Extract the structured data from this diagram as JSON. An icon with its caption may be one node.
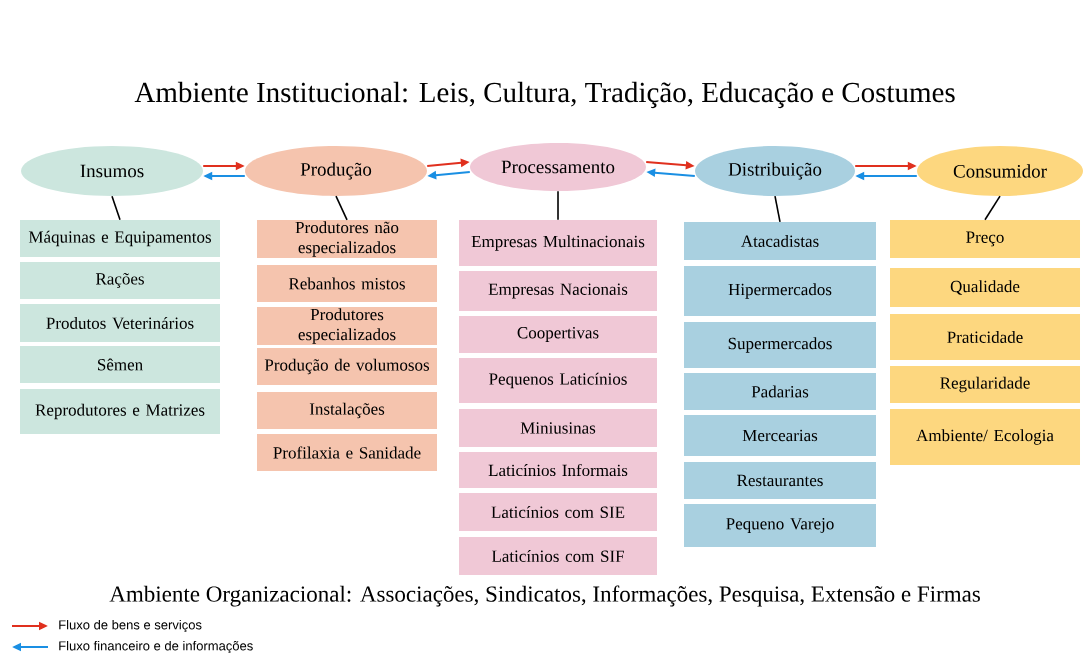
{
  "diagram": {
    "nodes": [
      {
        "text": [
          "Insumos"
        ]
      },
      {
        "text": [
          "Produção"
        ]
      },
      {
        "text": [
          "Processamento"
        ]
      },
      {
        "text": [
          "Distribuição"
        ]
      },
      {
        "text": [
          "Consumidor"
        ]
      },
      {
        "text": [
          "Máquinas e Equipamentos"
        ]
      },
      {
        "text": [
          "Rações"
        ]
      },
      {
        "text": [
          "Produtos Veterinários"
        ]
      },
      {
        "text": [
          "Sêmen"
        ]
      },
      {
        "text": [
          "Reprodutores e Matrizes"
        ]
      },
      {
        "text": [
          "Produtores não especializados"
        ]
      },
      {
        "text": [
          "Rebanhos mistos"
        ]
      },
      {
        "text": [
          "Produtores especializados"
        ]
      },
      {
        "text": [
          "Produção de volumosos"
        ]
      },
      {
        "text": [
          "Instalações"
        ]
      },
      {
        "text": [
          "Profilaxia e Sanidade"
        ]
      },
      {
        "text": [
          "Empresas Multinacionais"
        ]
      },
      {
        "text": [
          "Empresas Nacionais"
        ]
      },
      {
        "text": [
          "Coopertivas"
        ]
      },
      {
        "text": [
          "Pequenos Laticínios"
        ]
      },
      {
        "text": [
          "Miniusinas"
        ]
      },
      {
        "text": [
          "Laticínios Informais"
        ]
      },
      {
        "text": [
          "Laticínios com SIE"
        ]
      },
      {
        "text": [
          "Laticínios com SIF"
        ]
      },
      {
        "text": [
          "Atacadistas"
        ]
      },
      {
        "text": [
          "Hipermercados"
        ]
      },
      {
        "text": [
          "Supermercados"
        ]
      },
      {
        "text": [
          "Padarias"
        ]
      },
      {
        "text": [
          "Mercearias"
        ]
      },
      {
        "text": [
          "Restaurantes"
        ]
      },
      {
        "text": [
          "Pequeno Varejo"
        ]
      },
      {
        "text": [
          "Preço"
        ]
      },
      {
        "text": [
          "Qualidade"
        ]
      },
      {
        "text": [
          "Praticidade"
        ]
      },
      {
        "text": [
          "Regularidade"
        ]
      },
      {
        "text": [
          "Ambiente/ Ecologia"
        ]
      }
    ],
    "edges": [
      {
        "from": 0,
        "to": 1,
        "arrow": "to",
        "color": "#e0301e"
      },
      {
        "from": 1,
        "to": 0,
        "arrow": "to",
        "color": "#1a8fe3"
      },
      {
        "from": 1,
        "to": 2,
        "arrow": "to",
        "color": "#e0301e"
      },
      {
        "from": 2,
        "to": 1,
        "arrow": "to",
        "color": "#1a8fe3"
      },
      {
        "from": 2,
        "to": 3,
        "arrow": "to",
        "color": "#e0301e"
      },
      {
        "from": 3,
        "to": 2,
        "arrow": "to",
        "color": "#1a8fe3"
      },
      {
        "from": 3,
        "to": 4,
        "arrow": "to",
        "color": "#e0301e"
      },
      {
        "from": 4,
        "to": 3,
        "arrow": "to",
        "color": "#1a8fe3"
      },
      {
        "from": 0,
        "to": 5,
        "arrow": "none"
      },
      {
        "from": 1,
        "to": 10,
        "arrow": "none"
      },
      {
        "from": 2,
        "to": 16,
        "arrow": "none"
      },
      {
        "from": 3,
        "to": 24,
        "arrow": "none"
      },
      {
        "from": 4,
        "to": 31,
        "arrow": "none"
      }
    ],
    "labels": [
      "Ambiente Institucional: Leis, Cultura, Tradição, Educação e Costumes",
      "Ambiente Organizacional: Associações, Sindicatos, Informações, Pesquisa, Extensão e Firmas"
    ],
    "legend": [
      {
        "text": "Fluxo de bens e serviços"
      },
      {
        "text": "Fluxo financeiro e de informações"
      }
    ]
  }
}
